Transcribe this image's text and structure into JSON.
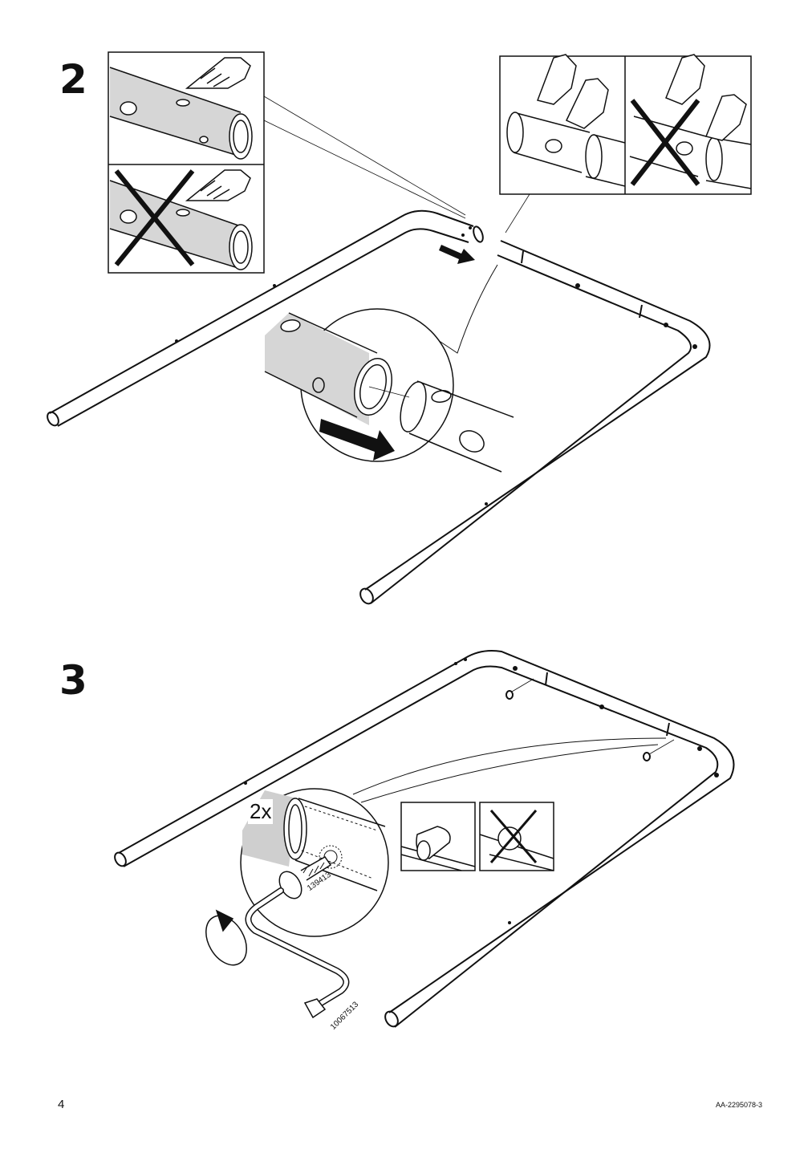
{
  "steps": [
    {
      "number": "2"
    },
    {
      "number": "3",
      "quantity_label": "2x",
      "screw_part": "139413",
      "key_part": "10067513"
    }
  ],
  "footer": {
    "page_number": "4",
    "doc_code": "AA-2295078-3"
  },
  "icons": {
    "correct_hand": "hand-pointing-icon",
    "wrong_mark": "cross-mark-icon",
    "direction": "arrow-right-icon",
    "rotate": "rotate-clockwise-icon"
  }
}
